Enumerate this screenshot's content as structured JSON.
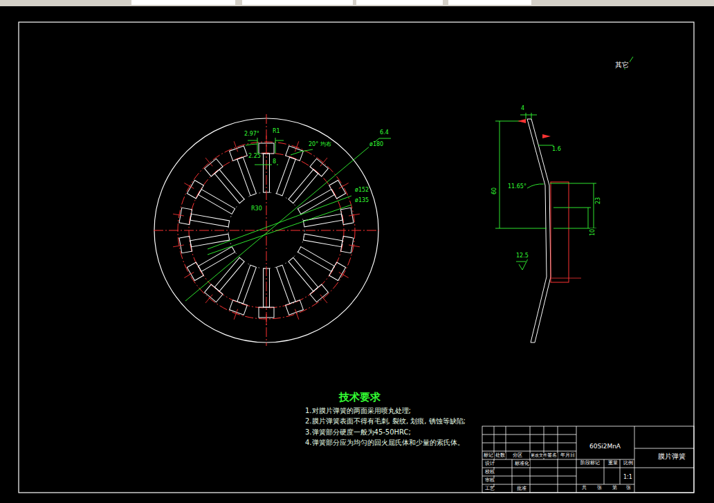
{
  "diagram": {
    "labels": [
      "其它",
      "2.97°",
      "R1",
      "20° 均布",
      "2.25",
      "8",
      "6.4",
      "ø180",
      "ø152",
      "ø135",
      "R30",
      "4",
      "1.6",
      "60",
      "11.65°",
      "23",
      "10",
      "12.5",
      "技术要求",
      "1.对膜片弹簧的两面采用喷丸处理;",
      "2.膜片弹簧表面不得有毛刺, 裂纹, 划痕, 锈蚀等缺陷;",
      "3.弹簧部分硬度一般为45-50HRC;",
      "4.弹簧部分应为均匀的回火屈氏体和少量的索氏体。",
      "60Si2MnA",
      "膜片弹簧",
      "标记",
      "处数",
      "分区",
      "更改文件号",
      "签名",
      "年月日",
      "设计",
      "标准化",
      "校核",
      "审核",
      "工艺",
      "批准",
      "阶段标记",
      "重量",
      "比例",
      "1:1",
      "共",
      "张",
      "第",
      "张"
    ]
  }
}
